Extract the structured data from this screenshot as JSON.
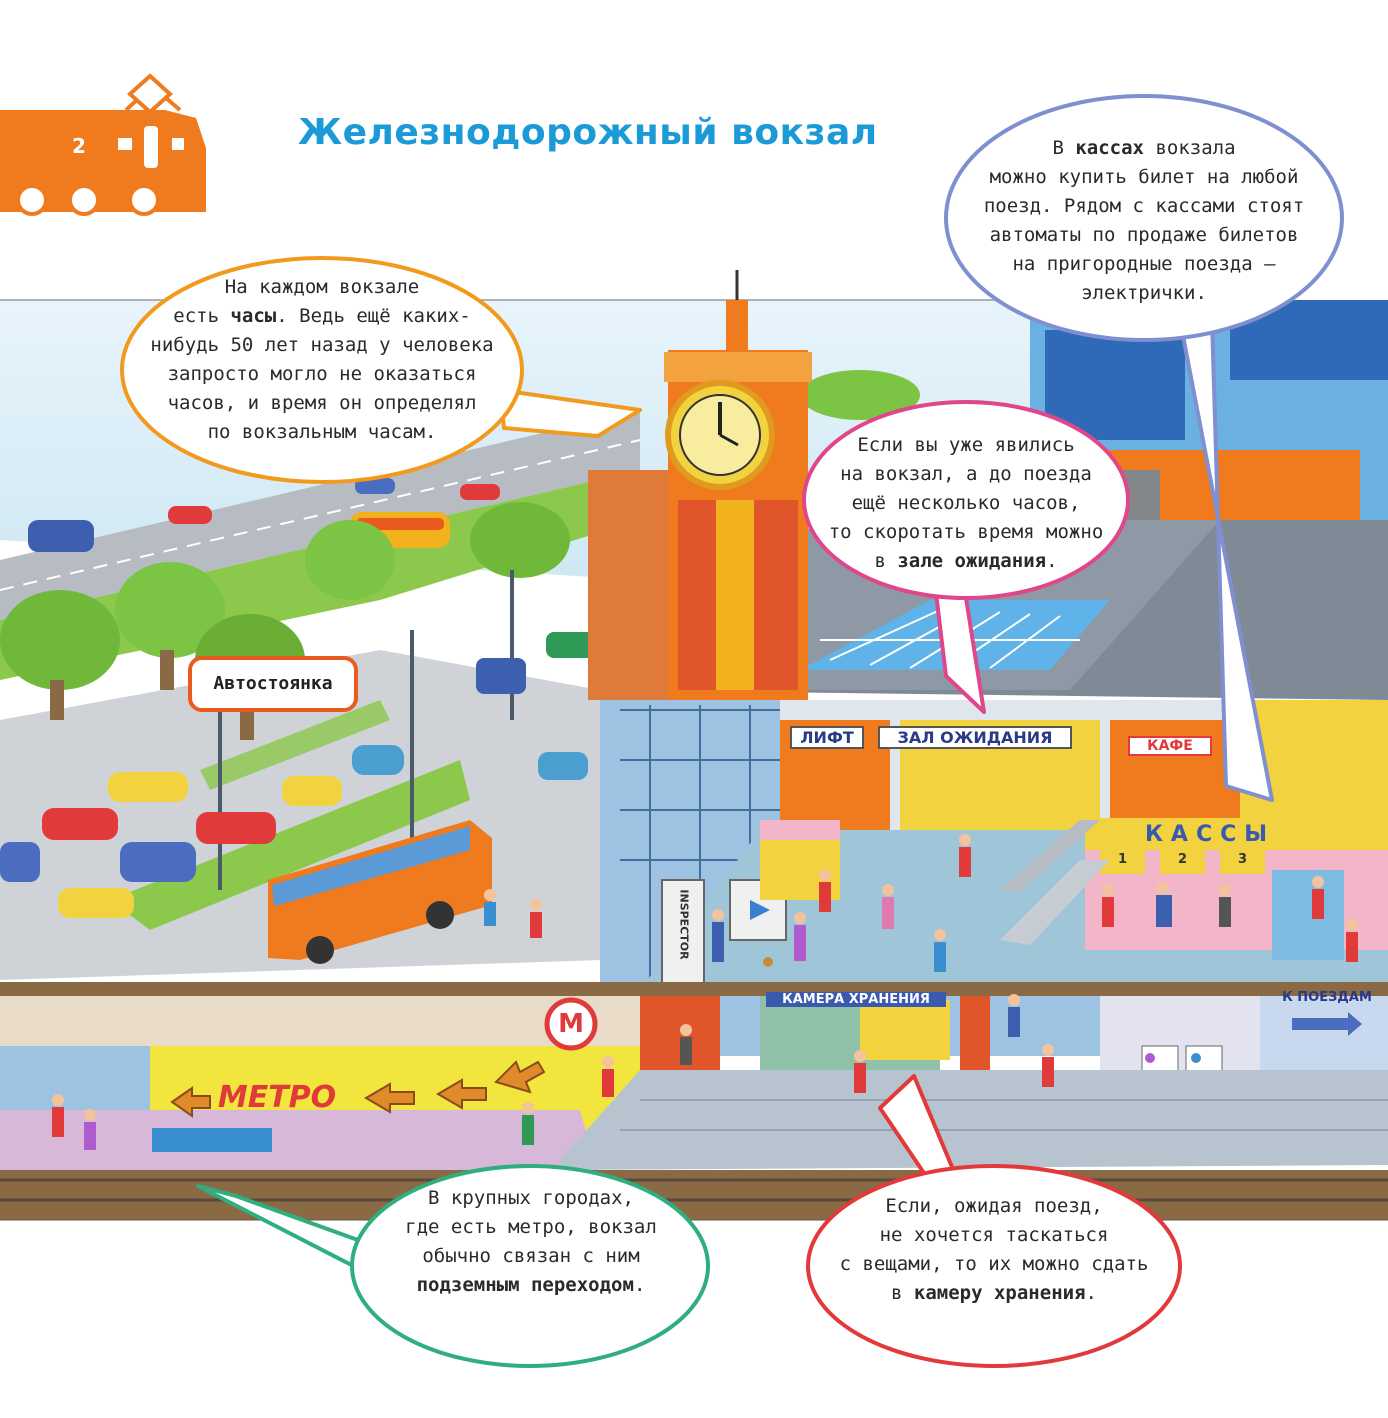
{
  "page": {
    "number": "2",
    "title": "Железнодорожный вокзал"
  },
  "label": {
    "parking": "Автостоянка"
  },
  "signs": {
    "lift": "ЛИФТ",
    "waiting_hall": "ЗАЛ ОЖИДАНИЯ",
    "cafe": "КАФЕ",
    "ticket_office": "КАССЫ",
    "ticket_windows": [
      "1",
      "2",
      "3"
    ],
    "inspector": "INSPECTOR",
    "luggage": "КАМЕРА ХРАНЕНИЯ",
    "to_trains": "К ПОЕЗДАМ",
    "metro": "МЕТРО",
    "metro_logo": "М"
  },
  "bubbles": {
    "clock": {
      "l1": "На каждом вокзале",
      "l2_pre": "есть ",
      "l2_bold": "часы",
      "l2_post": ". Ведь ещё каких-",
      "l3": "нибудь 50 лет назад у человека",
      "l4": "запросто могло не оказаться",
      "l5": "часов, и время он определял",
      "l6": "по вокзальным часам."
    },
    "tickets": {
      "l1_pre": "В ",
      "l1_bold": "кассах",
      "l1_post": " вокзала",
      "l2": "можно купить билет на любой",
      "l3": "поезд. Рядом с кассами стоят",
      "l4": "автоматы по продаже билетов",
      "l5": "на пригородные поезда —",
      "l6": "электрички."
    },
    "waiting": {
      "l1": "Если вы уже явились",
      "l2": "на вокзал, а до поезда",
      "l3": "ещё несколько часов,",
      "l4": "то скоротать время можно",
      "l5_pre": "в ",
      "l5_bold": "зале ожидания",
      "l5_post": "."
    },
    "metro": {
      "l1": "В крупных городах,",
      "l2": "где есть метро, вокзал",
      "l3": "обычно связан с ним",
      "l4_bold": "подземным переходом",
      "l4_post": "."
    },
    "luggage": {
      "l1": "Если, ожидая поезд,",
      "l2": "не хочется таскаться",
      "l3": "с вещами, то их можно сдать",
      "l4_pre": "в ",
      "l4_bold": "камеру хранения",
      "l4_post": "."
    }
  },
  "colors": {
    "title": "#1a9ad6",
    "train_icon": "#f07a1e",
    "bubble_clock": "#f29a1e",
    "bubble_tickets": "#7f8fcf",
    "bubble_waiting": "#e0468a",
    "bubble_metro": "#2fae7e",
    "bubble_luggage": "#e23a3a"
  }
}
